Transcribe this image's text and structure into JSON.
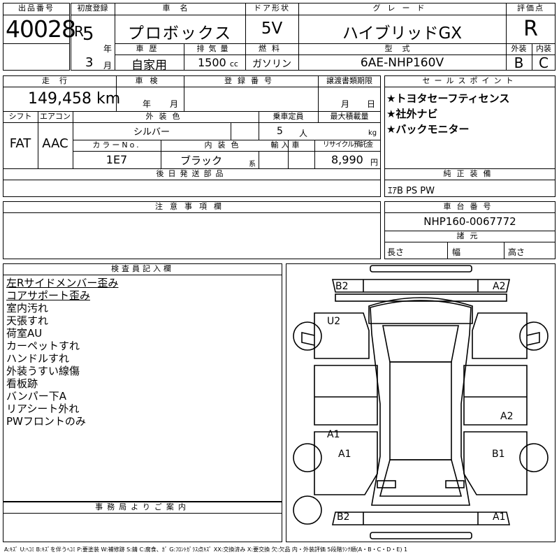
{
  "header": {
    "lot_number_label": "出品番号",
    "lot_number": "40028",
    "first_reg_label": "初度登録",
    "era": "R",
    "year": "5",
    "year_unit": "年",
    "month": "3",
    "month_unit": "月",
    "car_name_label": "車名",
    "car_name": "プロボックス",
    "door_label": "ドア形状",
    "door": "5V",
    "grade_label": "グレード",
    "grade": "ハイブリッドGX",
    "score_label": "評価点",
    "score": "R",
    "history_label": "車歴",
    "history": "自家用",
    "displacement_label": "排気量",
    "displacement": "1500",
    "displacement_unit": "cc",
    "fuel_label": "燃料",
    "fuel": "ガソリン",
    "model_label": "型式",
    "model": "6AE-NHP160V",
    "exterior_grade_label": "外装",
    "exterior_grade": "B",
    "interior_grade_label": "内装",
    "interior_grade": "C"
  },
  "specs": {
    "mileage_label": "走行",
    "mileage": "149,458",
    "mileage_unit": "km",
    "inspection_label": "車検",
    "inspection_year_unit": "年",
    "inspection_month_unit": "月",
    "reg_number_label": "登録番号",
    "transfer_docs_label": "譲渡書類期限",
    "transfer_month_unit": "月",
    "transfer_day_unit": "日",
    "shift_label": "シフト",
    "shift": "FAT",
    "aircon_label": "エアコン",
    "aircon": "AAC",
    "exterior_color_label": "外装色",
    "exterior_color": "シルバー",
    "capacity_label": "乗車定員",
    "capacity": "5",
    "capacity_unit": "人",
    "max_load_label": "最大積載量",
    "max_load_unit": "kg",
    "color_no_label": "カラーNo.",
    "color_no": "1E7",
    "interior_color_label": "内装色",
    "interior_color": "ブラック",
    "interior_color_unit": "系",
    "import_label": "輸入車",
    "recycle_label": "リサイクル預託金",
    "recycle_fee": "8,990",
    "recycle_unit": "円"
  },
  "sales_points": {
    "label": "セールスポイント",
    "items": [
      "★トヨタセーフティセンス",
      "★社外ナビ",
      "★バックモニター"
    ]
  },
  "later_parts_label": "後日発送部品",
  "genuine_equipment": {
    "label": "純正装備",
    "value": "ｴｱB PS PW"
  },
  "notes_label": "注意事項欄",
  "chassis": {
    "label": "車台番号",
    "number": "NHP160-0067772",
    "dims_label": "諸元",
    "length_label": "長さ",
    "width_label": "幅",
    "height_label": "高さ"
  },
  "inspector": {
    "label": "検査員記入欄",
    "notes": [
      "左Rサイドメンバー歪み",
      "コアサポート歪み",
      "室内汚れ",
      "天張すれ",
      "荷室AU",
      "カーペットすれ",
      "ハンドルすれ",
      "外装うすい線傷",
      "看板跡",
      "バンパー下A",
      "リアシート外れ",
      "PWフロントのみ"
    ]
  },
  "office_label": "事務局よりご案内",
  "diagram_marks": {
    "top_left": "B2",
    "top_right": "A2",
    "left_upper": "U2",
    "right_mid": "A2",
    "left_mid": "A1",
    "left_low": "A1",
    "right_low": "B1",
    "bottom_left": "B2",
    "bottom_right": "A1"
  },
  "legend": "A:ｷｽﾞ U:ﾍｺﾐ B:ｷｽﾞを伴うﾍｺﾐ P:要塗装 W:補修跡 S:錆 C:腐食、ｶﾞ G:ﾌﾛﾝﾄｶﾞﾗｽ点ｷｽﾞ XX:交換済み X:要交換 欠:欠品 内・外装評価 5段階ﾗﾝｸ順(A・B・C・D・E) 1"
}
